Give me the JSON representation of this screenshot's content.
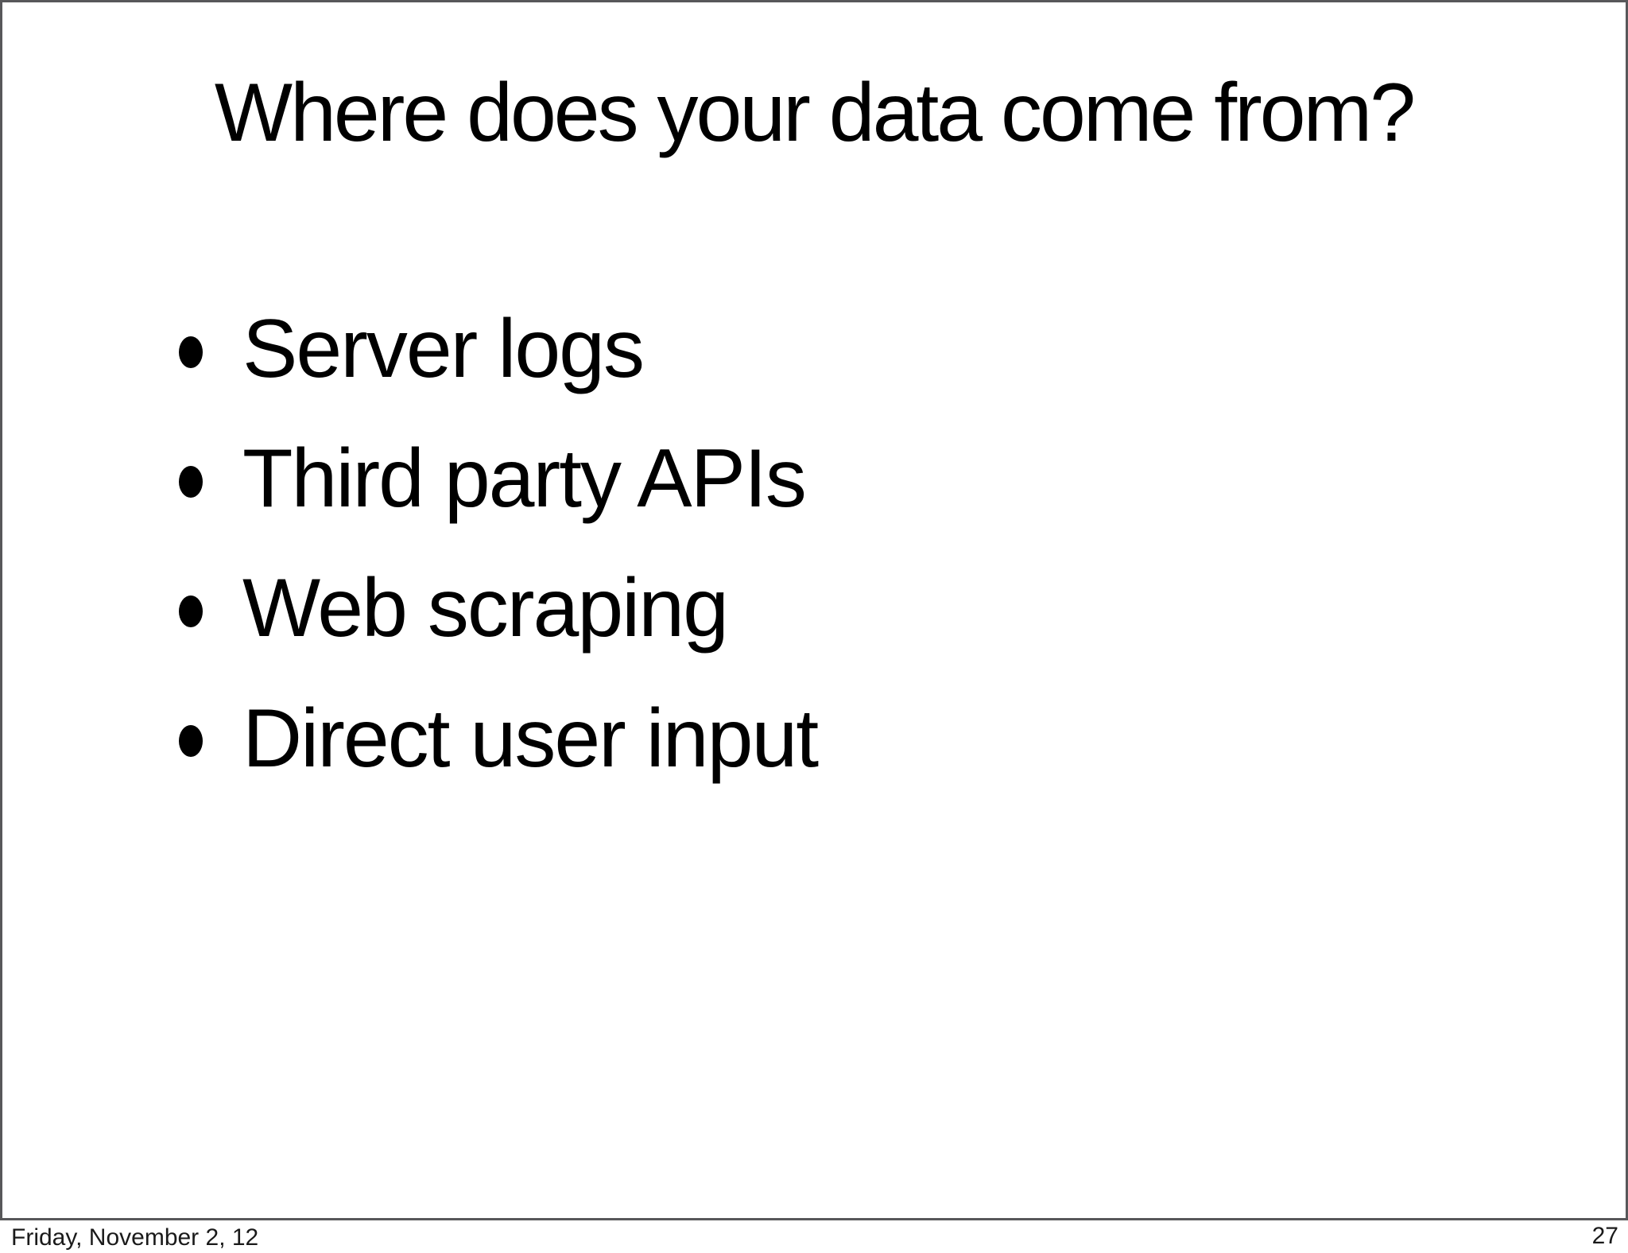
{
  "slide": {
    "title": "Where does your data come from?",
    "bullets": [
      {
        "label": "Server logs"
      },
      {
        "label": "Third party APIs"
      },
      {
        "label": "Web scraping"
      },
      {
        "label": "Direct user input"
      }
    ]
  },
  "footer": {
    "date": "Friday, November 2, 12",
    "page_number": "27"
  },
  "colors": {
    "background": "#ffffff",
    "text": "#000000",
    "slide_border": "#58585a"
  }
}
